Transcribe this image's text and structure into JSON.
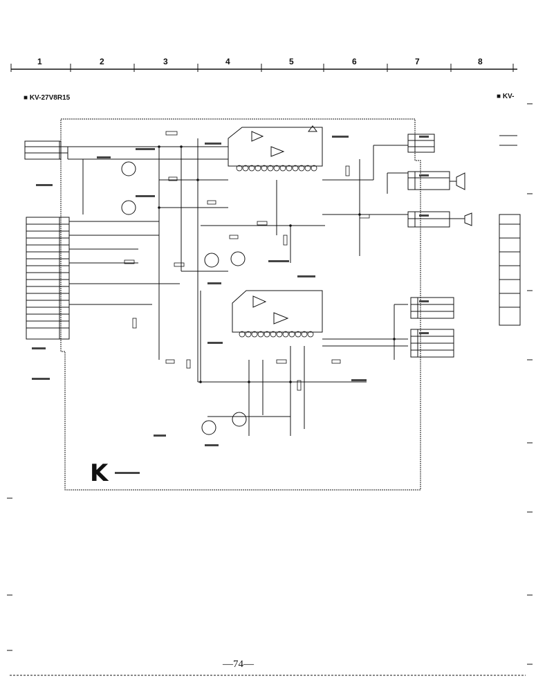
{
  "grid": {
    "columns": [
      "1",
      "2",
      "3",
      "4",
      "5",
      "6",
      "7",
      "8"
    ]
  },
  "header": {
    "model_left": "KV-27V8R15",
    "model_right": "KV-"
  },
  "board": {
    "letter": "K"
  },
  "footer": {
    "page_number": "—74—"
  }
}
